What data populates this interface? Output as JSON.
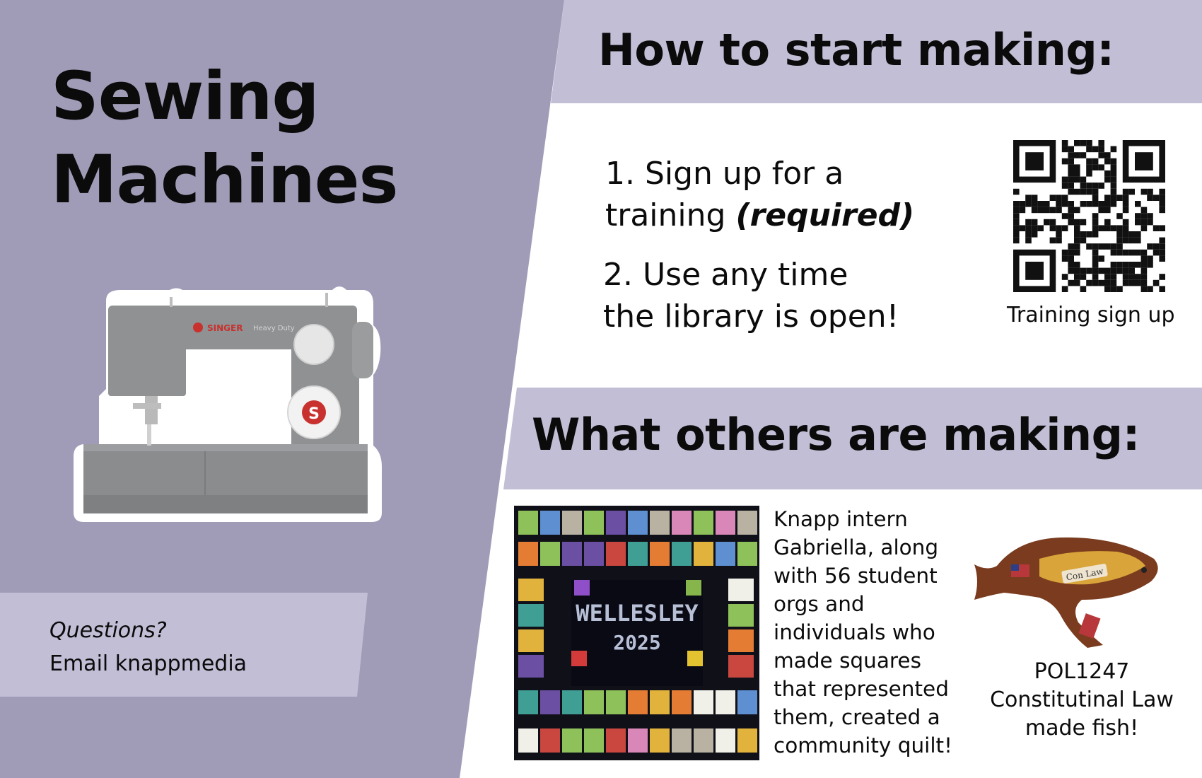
{
  "poster": {
    "title_line1": "Sewing",
    "title_line2": "Machines",
    "how_to_header": "How to start making:",
    "step1_line1": "1. Sign up for a",
    "step1_line2_plain": "training ",
    "step1_line2_emph": "(required)",
    "step2_line1": "2. Use any time",
    "step2_line2": "the library is open!",
    "qr_caption": "Training sign up",
    "others_header": "What others are making:",
    "questions_label": "Questions?",
    "questions_email": "Email knappmedia",
    "quilt_lines": [
      "Knapp intern",
      "Gabriella, along",
      "with 56 student",
      "orgs and",
      "individuals who",
      "made squares",
      "that represented",
      "them, created a",
      "community quilt!"
    ],
    "quilt_banner_line1": "WELLESLEY",
    "quilt_banner_line2": "2025",
    "fish_caption": [
      "POL1247",
      "Constitutinal Law",
      "made fish!"
    ],
    "fish_tag": "Con Law",
    "machine_brand": "SINGER",
    "machine_model": "Heavy Duty",
    "machine_logo_letter": "S"
  },
  "colors": {
    "left_panel": "#a09cb8",
    "band": "#c1bed6",
    "white": "#ffffff",
    "text": "#0b0b0b",
    "machine_body": "#8a8c8e",
    "singer_red": "#c8312d"
  },
  "icons": {
    "qr_code": "qr-code-icon",
    "sewing_machine": "sewing-machine-image",
    "quilt": "community-quilt-image",
    "fish": "fabric-fish-image"
  }
}
